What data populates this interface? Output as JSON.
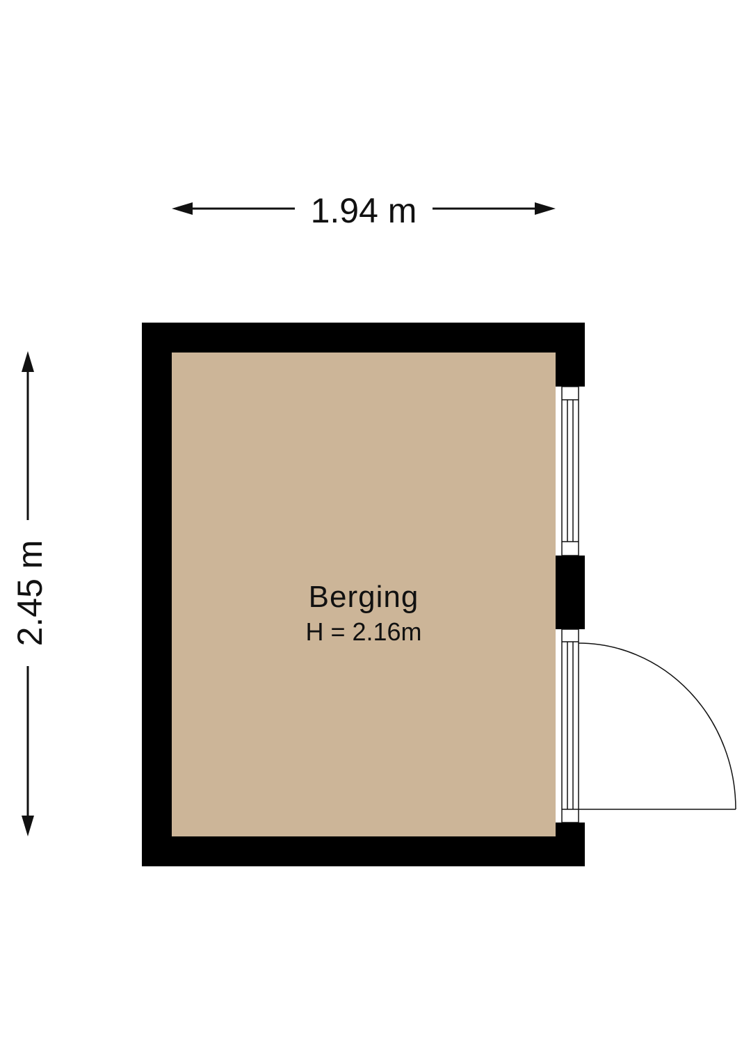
{
  "floorplan": {
    "width_label": "1.94 m",
    "height_label": "2.45 m",
    "room": {
      "name": "Berging",
      "ceiling_height": "H = 2.16m"
    },
    "colors": {
      "wall": "#000000",
      "floor": "#ccb598",
      "background": "#ffffff",
      "line": "#111111"
    }
  }
}
